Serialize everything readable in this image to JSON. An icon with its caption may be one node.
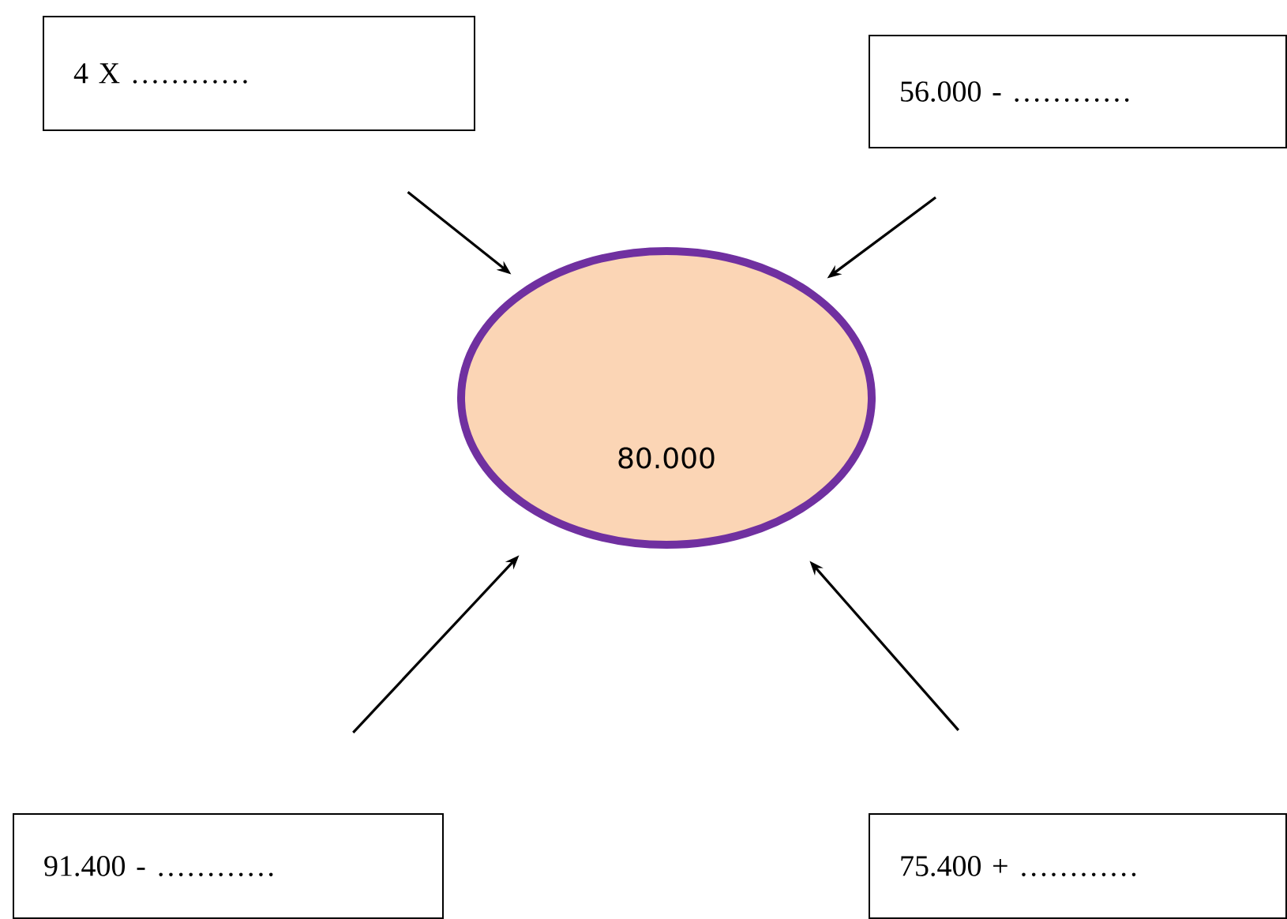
{
  "diagram": {
    "nodes": [
      {
        "text": [
          "4 X …………"
        ]
      },
      {
        "text": [
          "56.000 - …………"
        ]
      },
      {
        "text": [
          "80.000"
        ]
      },
      {
        "text": [
          "91.400 - …………"
        ]
      },
      {
        "text": [
          "75.400 + …………"
        ]
      }
    ],
    "edges": [
      {
        "from": 0,
        "to": 2,
        "arrow": "to"
      },
      {
        "from": 1,
        "to": 2,
        "arrow": "to"
      },
      {
        "from": 3,
        "to": 2,
        "arrow": "to"
      },
      {
        "from": 4,
        "to": 2,
        "arrow": "to"
      }
    ]
  }
}
